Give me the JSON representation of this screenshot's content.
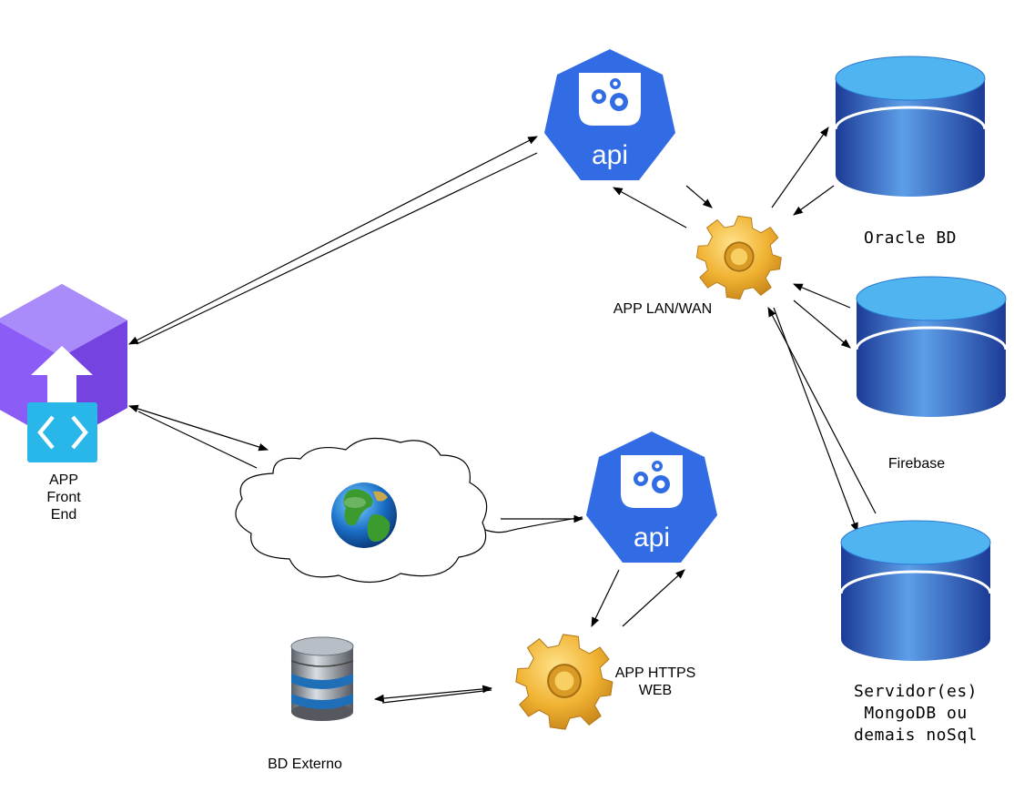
{
  "nodes": {
    "api_top": {
      "text": "api"
    },
    "api_bottom": {
      "text": "api"
    },
    "app_front_end": {
      "line1": "APP",
      "line2": "Front",
      "line3": "End"
    },
    "app_lan_wan": {
      "label": "APP LAN/WAN"
    },
    "app_https_web": {
      "line1": "APP HTTPS",
      "line2": "WEB"
    },
    "oracle_db": {
      "label": "Oracle BD"
    },
    "firebase": {
      "label": "Firebase"
    },
    "mongodb": {
      "line1": "Servidor(es)",
      "line2": "MongoDB ou",
      "line3": "demais noSql"
    },
    "bd_externo": {
      "label": "BD Externo"
    }
  },
  "colors": {
    "api_blue": "#326ce5",
    "db_blue_dark": "#1f3a8a",
    "db_blue_light": "#4aa3f0",
    "gear_gold": "#f1b731",
    "front_purple": "#8b5cf6",
    "front_cyan": "#29b6e8"
  },
  "icons": [
    "kubernetes-api-icon",
    "gear-icon",
    "database-cylinder-icon",
    "globe-icon",
    "cloud-icon",
    "deploy-cube-icon",
    "code-brackets-icon",
    "server-db-icon"
  ]
}
